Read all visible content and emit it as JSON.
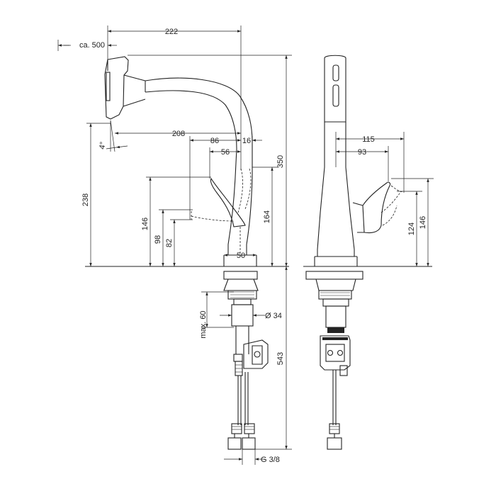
{
  "dimensions": {
    "cable_length": "ca. 500",
    "spout_reach": "222",
    "total_height": "350",
    "spout_height": "238",
    "aerator_offset": "208",
    "lever_offset_86": "86",
    "lever_offset_56": "56",
    "lever_offset_16": "16",
    "lever_height_146_left": "146",
    "lever_height_98": "98",
    "lever_height_82": "82",
    "lever_height_164": "164",
    "base_diameter": "50",
    "tilt_angle": "4°",
    "max_thickness": "max. 60",
    "hole_diameter": "Ø 34",
    "below_length": "543",
    "thread": "G 3/8",
    "side_115": "115",
    "side_93": "93",
    "side_124": "124",
    "side_146": "146"
  }
}
